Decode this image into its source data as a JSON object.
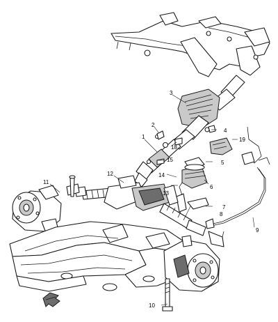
{
  "callouts": {
    "c1": "1",
    "c2": "2",
    "c3": "3",
    "c4": "4",
    "c5": "5",
    "c6": "6",
    "c7": "7",
    "c8": "8",
    "c9": "9",
    "c10": "10",
    "c11": "11",
    "c12": "12",
    "c13": "13",
    "c14": "14",
    "c15": "15",
    "c18": "18",
    "c19": "19"
  },
  "colors": {
    "line": "#1a1a1a",
    "background": "#ffffff",
    "shade": "#6d6d6d"
  },
  "icons": {
    "front_arrow": "front-direction-arrow-icon"
  }
}
